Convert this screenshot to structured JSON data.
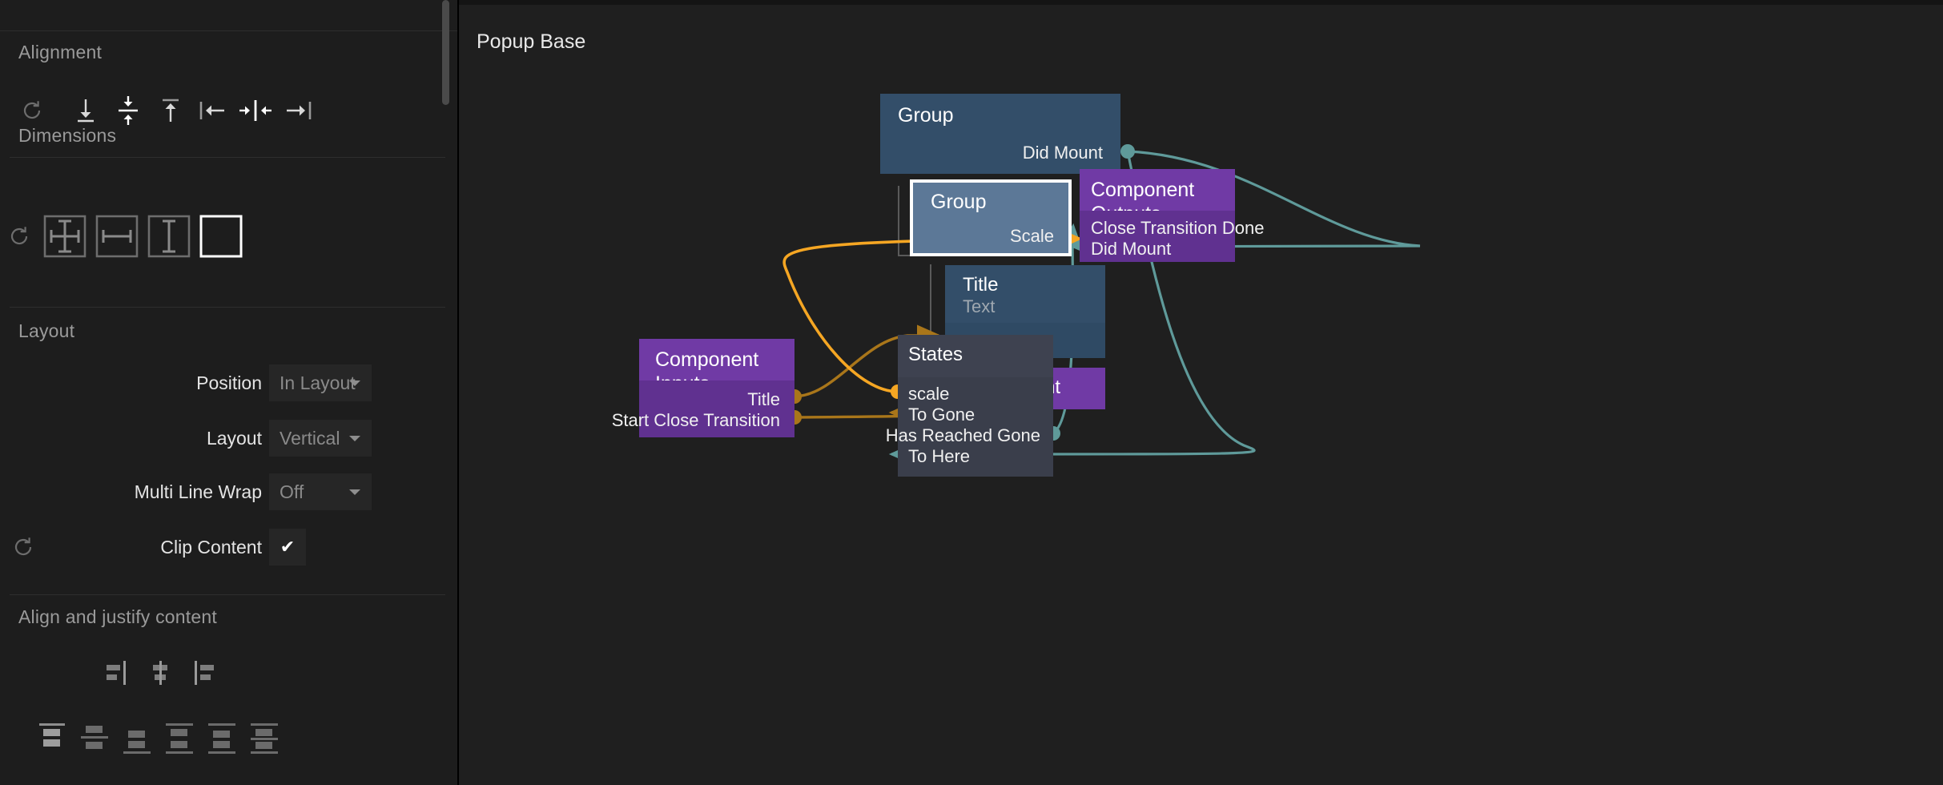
{
  "app": {
    "title": "Popup Base"
  },
  "sidebar": {
    "sections": [
      {
        "id": "alignment",
        "title": "Alignment",
        "icons": [
          {
            "name": "reset-icon",
            "label": "Reset"
          },
          {
            "name": "align-bottom-icon",
            "label": "Align Bottom"
          },
          {
            "name": "align-vertical-center-icon",
            "label": "Align Vertical Center"
          },
          {
            "name": "align-top-icon",
            "label": "Align Top"
          },
          {
            "name": "align-left-icon",
            "label": "Align Left"
          },
          {
            "name": "align-horizontal-center-icon",
            "label": "Align Horizontal Center"
          },
          {
            "name": "align-right-icon",
            "label": "Align Right"
          }
        ]
      },
      {
        "id": "dimensions",
        "title": "Dimensions",
        "icons": [
          {
            "name": "reset-icon",
            "label": "Reset"
          },
          {
            "name": "size-both-icon",
            "label": "Fit Both"
          },
          {
            "name": "size-width-icon",
            "label": "Fit Width"
          },
          {
            "name": "size-height-icon",
            "label": "Fit Height"
          },
          {
            "name": "size-fixed-icon",
            "label": "Fixed",
            "selected": true
          }
        ]
      },
      {
        "id": "layout",
        "title": "Layout",
        "rows": [
          {
            "label": "Position",
            "value": "In Layout",
            "control": "dropdown"
          },
          {
            "label": "Layout",
            "value": "Vertical",
            "control": "dropdown"
          },
          {
            "label": "Multi Line Wrap",
            "value": "Off",
            "control": "dropdown"
          },
          {
            "label": "Clip Content",
            "value": "✔",
            "control": "checkbox",
            "checked": true,
            "reset": true
          }
        ]
      },
      {
        "id": "align-justify",
        "title": "Align and justify content",
        "align_icons": [
          {
            "name": "align-content-start-icon",
            "label": "Align Start"
          },
          {
            "name": "align-content-center-icon",
            "label": "Align Center"
          },
          {
            "name": "align-content-end-icon",
            "label": "Align End"
          }
        ],
        "justify_icons": [
          {
            "name": "justify-start-icon",
            "label": "Justify Start",
            "selected": true
          },
          {
            "name": "justify-center-icon",
            "label": "Justify Center"
          },
          {
            "name": "justify-end-icon",
            "label": "Justify End"
          },
          {
            "name": "justify-space-between-icon",
            "label": "Space Between"
          },
          {
            "name": "justify-space-around-icon",
            "label": "Space Around"
          },
          {
            "name": "justify-space-evenly-icon",
            "label": "Space Evenly"
          }
        ]
      }
    ]
  },
  "graph": {
    "nodes": [
      {
        "id": "group-root",
        "title": "Group",
        "type": "group",
        "outputs": [
          "Did Mount"
        ],
        "inputs": []
      },
      {
        "id": "group-child",
        "title": "Group",
        "type": "group",
        "selected": true,
        "outputs": [
          "Scale"
        ],
        "inputs": []
      },
      {
        "id": "title-text",
        "title": "Title",
        "subtitle": "Text",
        "type": "text",
        "inputs": [
          "Text"
        ],
        "outputs": []
      },
      {
        "id": "component-children",
        "title": "Component Children",
        "type": "component",
        "inputs": [],
        "outputs": []
      },
      {
        "id": "component-inputs",
        "title": "Component Inputs",
        "type": "component",
        "outputs": [
          "Title",
          "Start Close Transition"
        ],
        "inputs": []
      },
      {
        "id": "states",
        "title": "States",
        "type": "states",
        "inputs": [
          "scale",
          "To Gone",
          "To Here"
        ],
        "outputs": [
          "Has Reached Gone"
        ]
      },
      {
        "id": "component-outputs",
        "title": "Component Outputs",
        "type": "component",
        "inputs": [
          "Close Transition Done",
          "Did Mount"
        ],
        "outputs": []
      }
    ],
    "connections": [
      {
        "from": "group-root.Did Mount",
        "to": "component-outputs.Did Mount",
        "color": "#5f9a9a"
      },
      {
        "from": "group-root.Did Mount",
        "to": "states.To Here",
        "color": "#5f9a9a"
      },
      {
        "from": "states.Has Reached Gone",
        "to": "component-outputs.Close Transition Done",
        "color": "#5f9a9a"
      },
      {
        "from": "component-inputs.Title",
        "to": "title-text.Text",
        "color": "#a9761a"
      },
      {
        "from": "component-inputs.Start Close Transition",
        "to": "states.To Gone",
        "color": "#a9761a"
      },
      {
        "from": "states.scale",
        "to": "group-child.Scale",
        "color": "#f5a623"
      }
    ]
  },
  "colors": {
    "background": "#1b1b1b",
    "canvas": "#1f1f1f",
    "panel": "#1d1d1d",
    "node_group": "#334e69",
    "node_group_selected": "#5c7897",
    "node_component": "#703aa5",
    "node_states": "#3e4250",
    "wire_teal": "#5f9a9a",
    "wire_gold": "#a9761a",
    "wire_orange": "#f5a623"
  }
}
